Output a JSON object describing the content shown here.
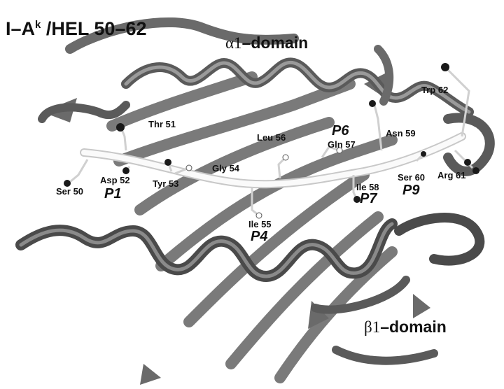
{
  "title": {
    "main": "I–A",
    "superscript": "k",
    "suffix": " /HEL 50–62"
  },
  "domains": {
    "alpha1": {
      "greek": "α1",
      "word": "–domain"
    },
    "beta1": {
      "greek": "β1",
      "word": "–domain"
    }
  },
  "residues": {
    "ser50": "Ser 50",
    "thr51": "Thr 51",
    "asp52": "Asp 52",
    "tyr53": "Tyr 53",
    "gly54": "Gly 54",
    "ile55": "Ile 55",
    "leu56": "Leu 56",
    "gln57": "Gln 57",
    "ile58": "Ile 58",
    "asn59": "Asn 59",
    "ser60": "Ser 60",
    "arg61": "Arg 61",
    "trp62": "Trp 62"
  },
  "pockets": {
    "p1": "P1",
    "p4": "P4",
    "p6": "P6",
    "p7": "P7",
    "p9": "P9"
  },
  "colors": {
    "ribbon": "#6e6e6e",
    "ribbon_dark": "#3a3a3a",
    "peptide": "#f4f4f4",
    "atom_dark": "#1a1a1a"
  }
}
